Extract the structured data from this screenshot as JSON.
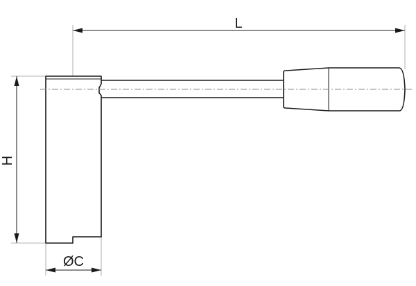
{
  "dimensions": {
    "length_label": "L",
    "height_label": "H",
    "diameter_label": "C",
    "diameter_symbol": "Ø"
  }
}
